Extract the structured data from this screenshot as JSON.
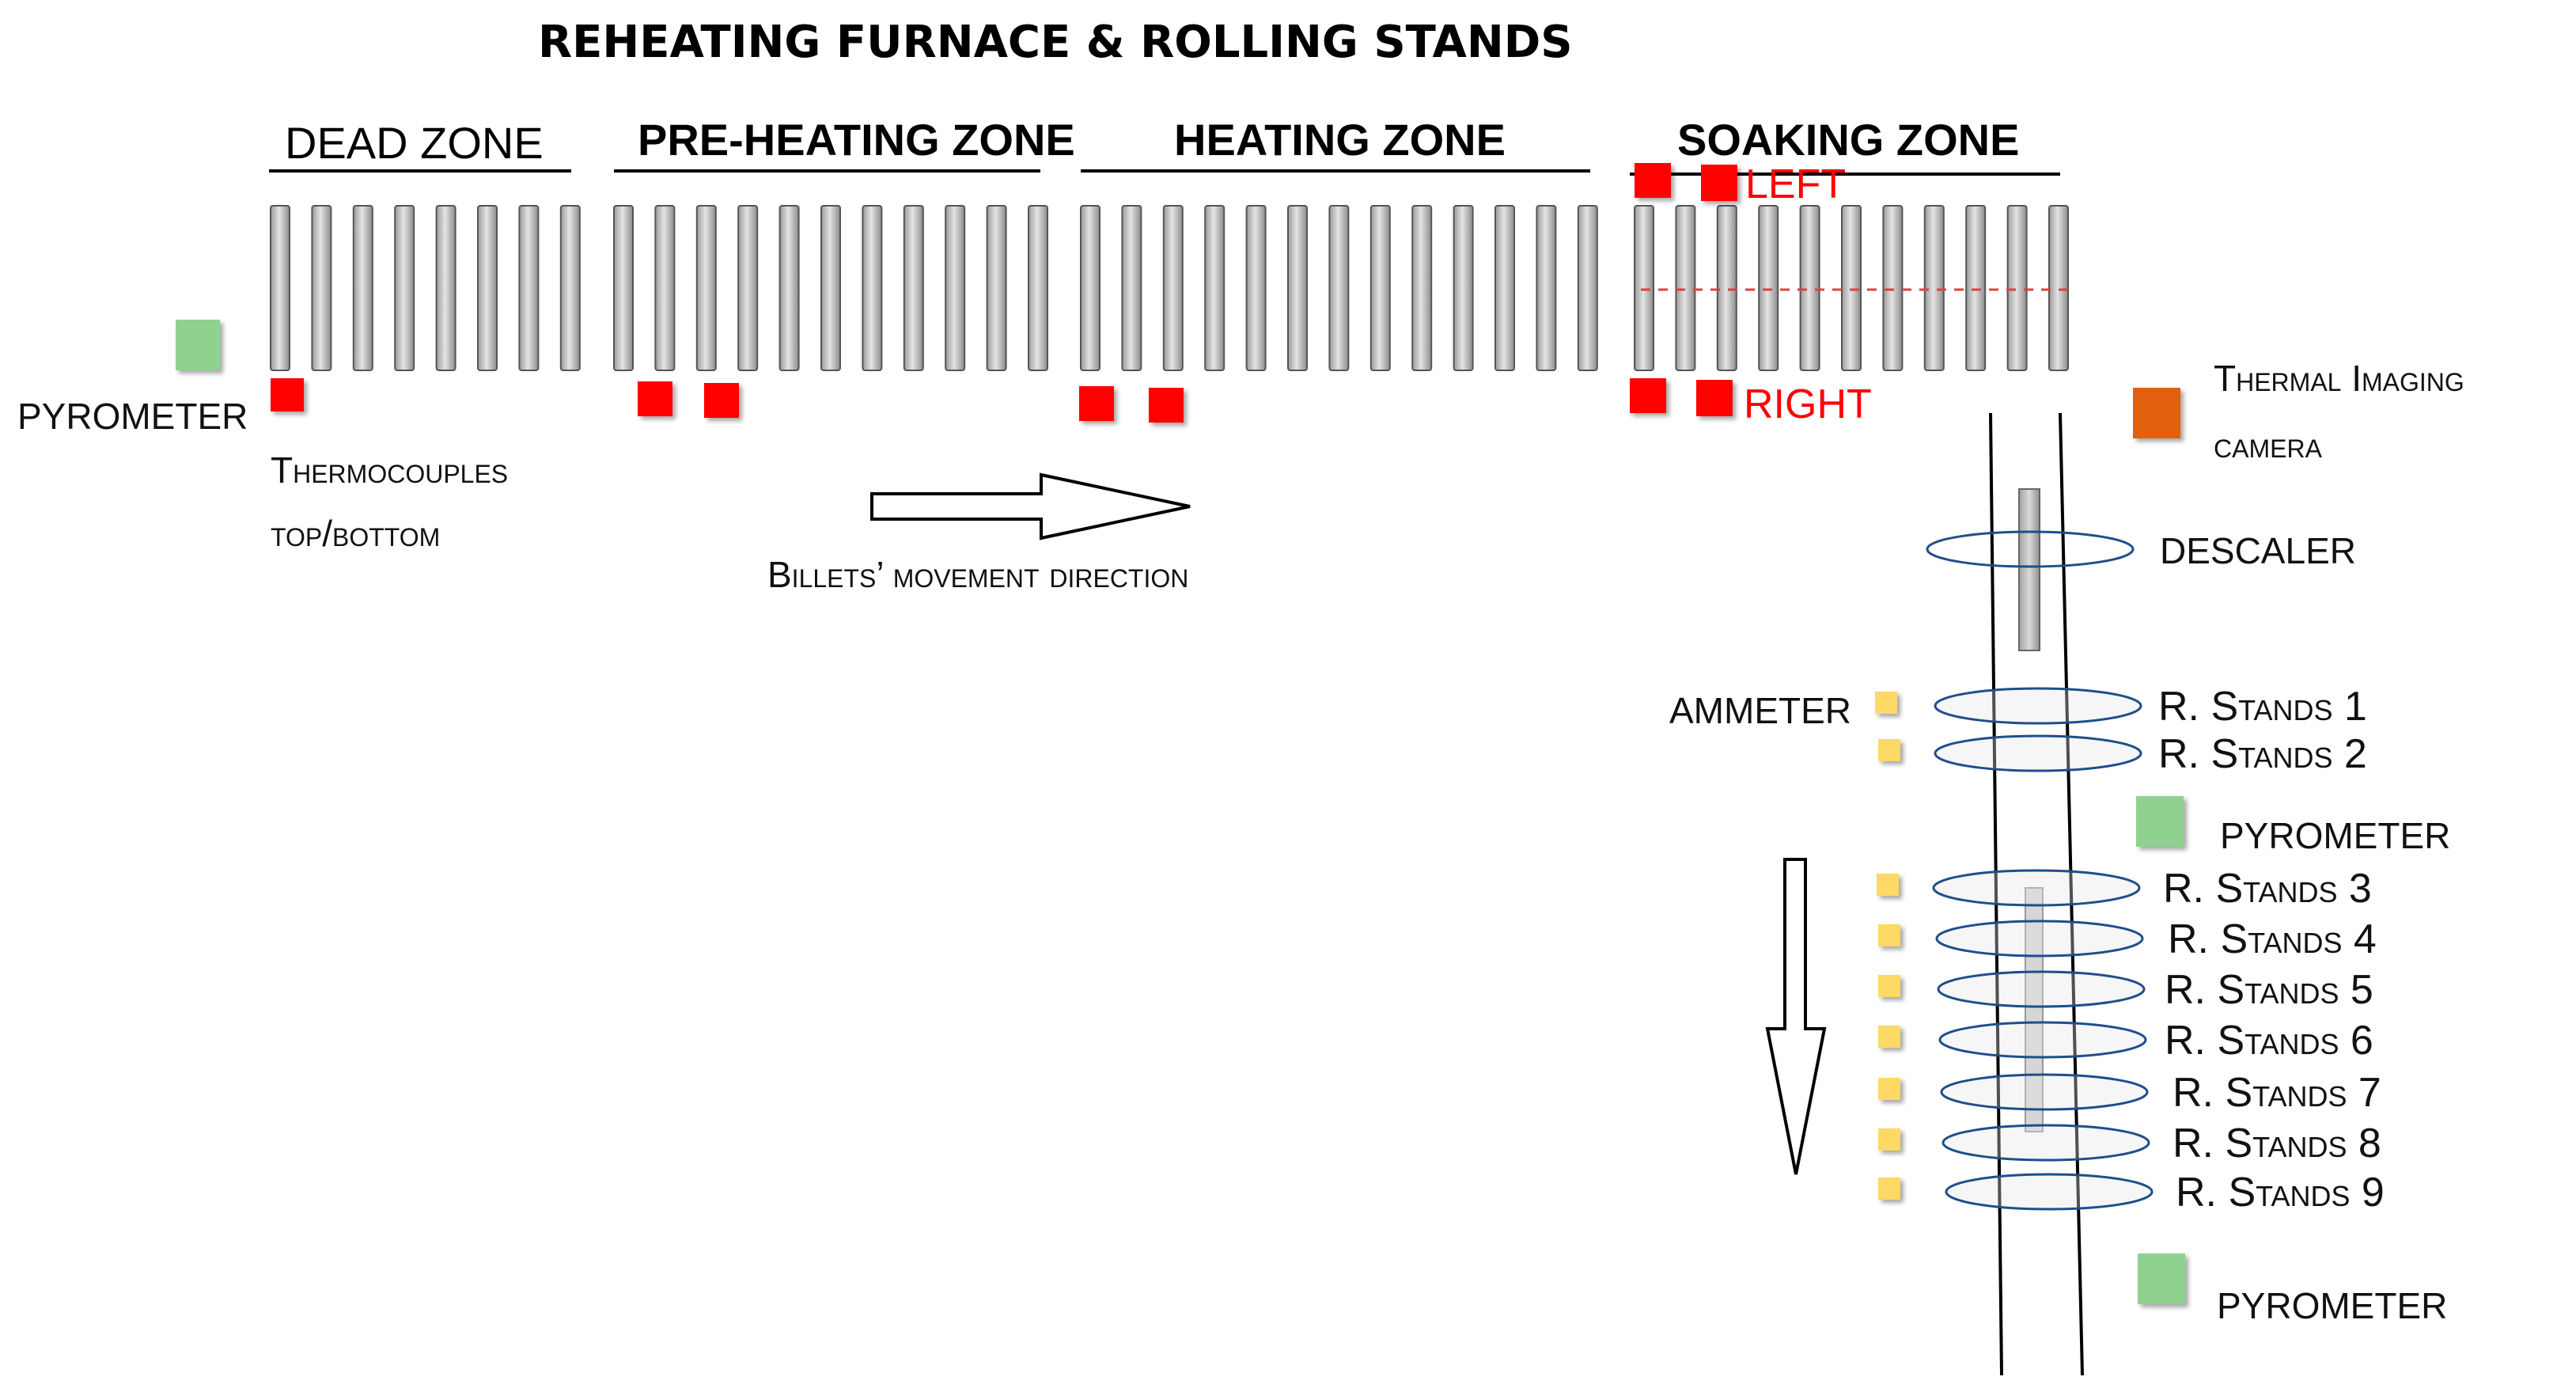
{
  "title": "REHEATING  FURNACE & ROLLING STANDS",
  "zones": [
    {
      "label": "DEAD ZONE"
    },
    {
      "label": "PRE-HEATING ZONE"
    },
    {
      "label": "HEATING ZONE"
    },
    {
      "label": "SOAKING ZONE"
    }
  ],
  "labels": {
    "left": "LEFT",
    "right": "RIGHT",
    "pyrometer_left": "PYROMETER",
    "thermocouples_line1": "Thermocouples",
    "thermocouples_line2": "top/bottom",
    "billets_direction": "Billets’ movement direction",
    "thermal_line1": "Thermal Imaging",
    "thermal_line2": "camera",
    "descaler": "DESCALER",
    "ammeter": "AMMETER",
    "pyrometer_mid": "PYROMETER",
    "pyrometer_bottom": "PYROMETER"
  },
  "stands": [
    "R. Stands 1",
    "R. Stands 2",
    "R. Stands 3",
    "R. Stands 4",
    "R. Stands 5",
    "R. Stands 6",
    "R. Stands 7",
    "R. Stands 8",
    "R. Stands 9"
  ],
  "colors": {
    "thermocouple": "#ff0000",
    "pyrometer": "#8fd18f",
    "thermal_camera": "#e06010",
    "ammeter": "#ffd966",
    "stand_ring": "#1f4e8c",
    "roller": "#b8b8b8",
    "center_line": "#e04040"
  }
}
